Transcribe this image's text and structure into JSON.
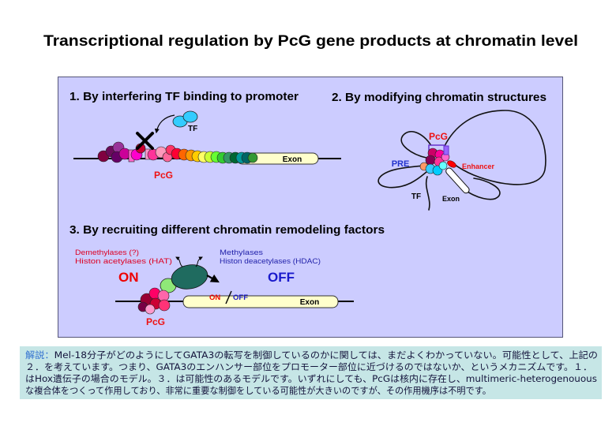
{
  "title": "Transcriptional regulation by PcG gene products at chromatin level",
  "panel1": {
    "heading": "1. By interfering TF binding to promoter",
    "tf_label": "TF",
    "exon_label": "Exon",
    "pcg_label": "PcG"
  },
  "panel2": {
    "heading": "2. By modifying chromatin structures",
    "pcg_label": "PcG",
    "pre_label": "PRE",
    "enhancer_label": "Enhancer",
    "tf_label": "TF",
    "exon_label": "Exon"
  },
  "panel3": {
    "heading": "3. By recruiting different chromatin remodeling factors",
    "activators": [
      "Demethylases (?)",
      "Histon acetylases (HAT)"
    ],
    "repressors": [
      "Methylases",
      "Histon deacetylases (HDAC)"
    ],
    "on_label": "ON",
    "off_label": "OFF",
    "exon_switch_on": "ON",
    "exon_switch_off": "OFF",
    "exon_label": "Exon",
    "pcg_label": "PcG"
  },
  "note": {
    "prefix": "解説：",
    "lines": [
      "Mel-18分子がどのようにしてGATA3の転写を制御しているのかに関しては、まだよくわかっていない。可能性として、上記の",
      "２．を考えています。つまり、GATA3のエンハンサー部位をプロモーター部位に近づけるのではないか、というメカニズムです。１．",
      "はHox遺伝子の場合のモデル。３．は可能性のあるモデルです。いずれにしても、PcGは核内に存在し、multimeric-heterogenouous",
      "な複合体をつくって作用しており、非常に重要な制御をしている可能性が大きいのですが、その作用機序は不明です。"
    ]
  },
  "colors": {
    "pcg_red": "#ee1111",
    "on_red": "#ee0000",
    "off_blue": "#1a1acc",
    "pre_blue": "#2233cc",
    "activator_red": "#dd0022",
    "repressor_blue": "#2222aa",
    "tf_cyan": "#33ccff",
    "remodeler_teal": "#1f6b5f",
    "cofactor_green": "#8fe878",
    "panel_bg": "#ccccff",
    "note_bg": "#c6e6e6",
    "note_prefix": "#2f6fd0",
    "exon_fill": "#ffffcc"
  }
}
